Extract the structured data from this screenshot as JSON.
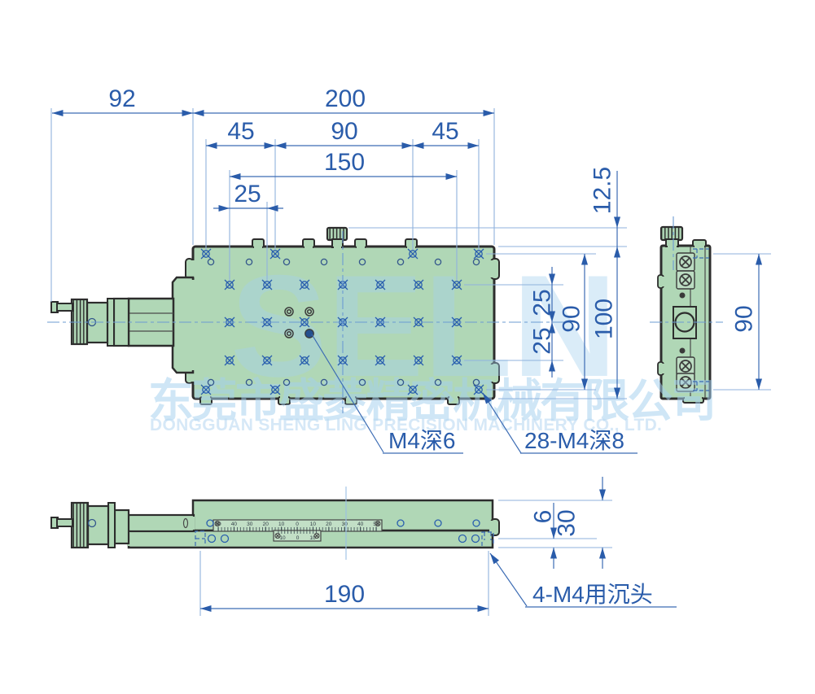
{
  "watermark": {
    "brand": "SELN",
    "company_cn": "东莞市盛菱精密机械有限公司",
    "company_en": "DONGGUAN SHENG LING PRECISION MACHINERY CO., LTD."
  },
  "top_view": {
    "dims": {
      "left_offset": "92",
      "overall_width": "200",
      "hole_span_left": "45",
      "hole_span_center": "90",
      "hole_span_right": "45",
      "hole_row_width": "150",
      "hole_pitch": "25",
      "knob_height": "12.5",
      "pitch_upper": "25",
      "pitch_lower": "25",
      "hole_col_span": "90",
      "overall_depth": "100"
    },
    "labels": {
      "center_hole": "M4深6",
      "grid_holes": "28-M4深8"
    }
  },
  "side_view": {
    "dims": {
      "hole_span": "90"
    }
  },
  "bottom_view": {
    "dims": {
      "table_length": "190",
      "base_thickness": "6",
      "total_height": "30"
    },
    "label_countersunk": "4-M4用沉头",
    "scale": {
      "main_labels": [
        "50",
        "40",
        "30",
        "20",
        "10",
        "0",
        "10",
        "20",
        "30",
        "40",
        "50"
      ],
      "vernier_labels": [
        "10",
        "0",
        "10"
      ]
    }
  },
  "colors": {
    "dimension_blue": "#2a5caa",
    "line_blue": "#3c6cb4",
    "extension_blue": "#8fb2dd",
    "part_green": "#b0d7b6",
    "outline_dark": "#2d2d2d",
    "watermark_blue": "#a4d0ef",
    "background": "#ffffff"
  }
}
